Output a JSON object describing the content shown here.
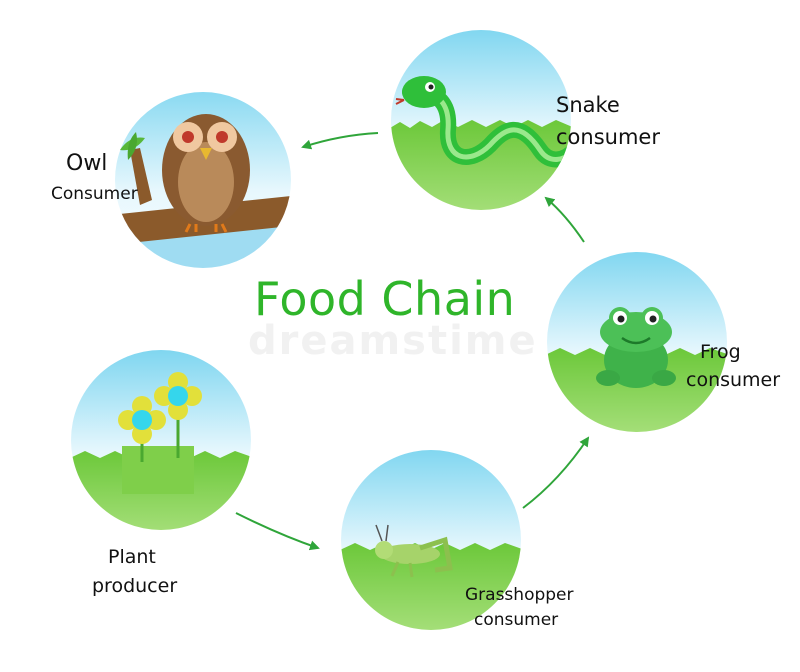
{
  "title": "Food Chain",
  "watermark": "dreamstime",
  "nodes": {
    "owl": {
      "name": "Owl",
      "role": "Consumer"
    },
    "snake": {
      "name": "Snake",
      "role": "consumer"
    },
    "frog": {
      "name": "Frog",
      "role": "consumer"
    },
    "grasshopper": {
      "name": "Grasshopper",
      "role": "consumer"
    },
    "plant": {
      "name": "Plant",
      "role": "producer"
    }
  },
  "chain_order": [
    "Plant",
    "Grasshopper",
    "Frog",
    "Snake",
    "Owl"
  ],
  "colors": {
    "title": "#2fb52a",
    "sky_top": "#8edcf2",
    "sky_bottom": "#e8f8ff",
    "grass": "#5dbf32",
    "arrow": "#2fa53a"
  }
}
